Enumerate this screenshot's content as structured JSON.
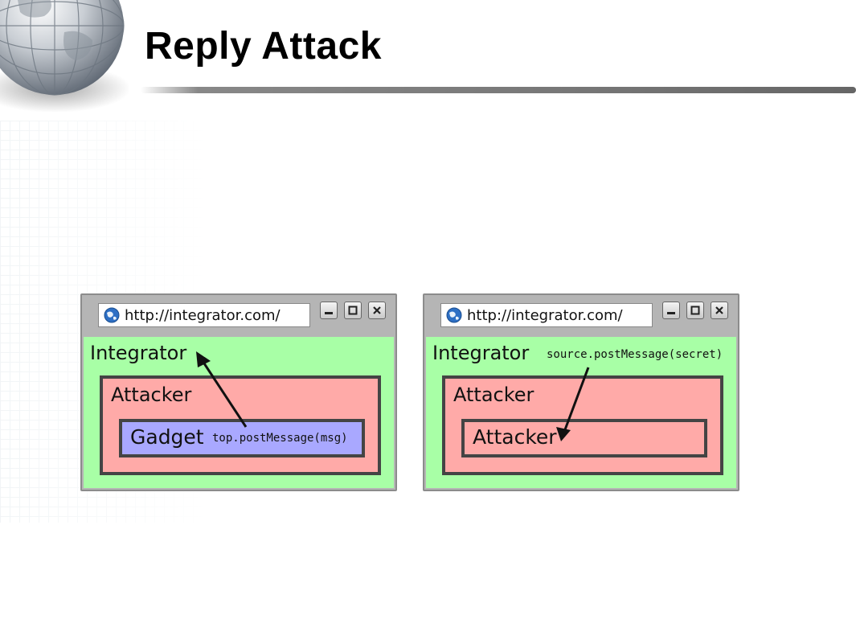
{
  "slide": {
    "title": "Reply Attack"
  },
  "diagrams": [
    {
      "url": "http://integrator.com/",
      "outer_label": "Integrator",
      "middle_label": "Attacker",
      "inner_label": "Gadget",
      "code": "top.postMessage(msg)"
    },
    {
      "url": "http://integrator.com/",
      "outer_label": "Integrator",
      "middle_label": "Attacker",
      "inner_label": "Attacker",
      "code": "source.postMessage(secret)"
    }
  ],
  "colors": {
    "integrator_bg": "#a8ffa6",
    "attacker_bg": "#ffaaa8",
    "gadget_bg": "#a9a8ff",
    "window_chrome": "#b5b5b5"
  },
  "icons": {
    "browser": "globe-icon",
    "minimize": "minimize-icon",
    "maximize": "maximize-icon",
    "close": "close-icon",
    "decoration": "globe-decoration"
  }
}
